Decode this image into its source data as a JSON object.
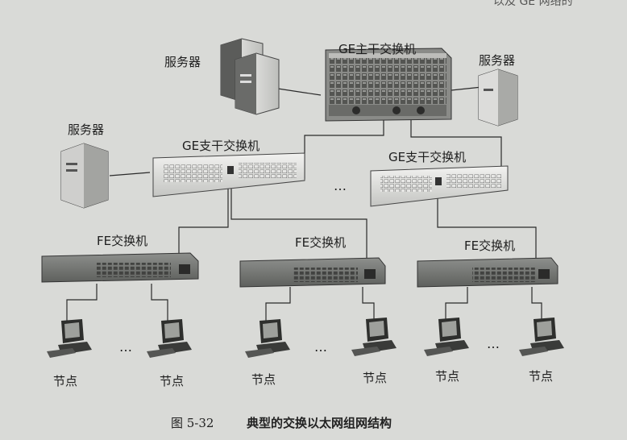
{
  "page_header_fragment": "以及 GE 网络的",
  "labels": {
    "ge_main_switch": "GE主干交换机",
    "server_top_left": "服务器",
    "server_top_right": "服务器",
    "server_left": "服务器",
    "ge_branch_left": "GE支干交换机",
    "ge_branch_right": "GE支干交换机",
    "branch_ellipsis": "…",
    "fe_switch_1": "FE交换机",
    "fe_switch_2": "FE交换机",
    "fe_switch_3": "FE交换机",
    "node_1": "节点",
    "node_2": "节点",
    "node_3": "节点",
    "node_4": "节点",
    "node_5": "节点",
    "node_6": "节点",
    "node_ellipsis_1": "…",
    "node_ellipsis_2": "…",
    "node_ellipsis_3": "…"
  },
  "caption": {
    "figure_number": "图 5-32",
    "title": "典型的交换以太网组网结构"
  }
}
